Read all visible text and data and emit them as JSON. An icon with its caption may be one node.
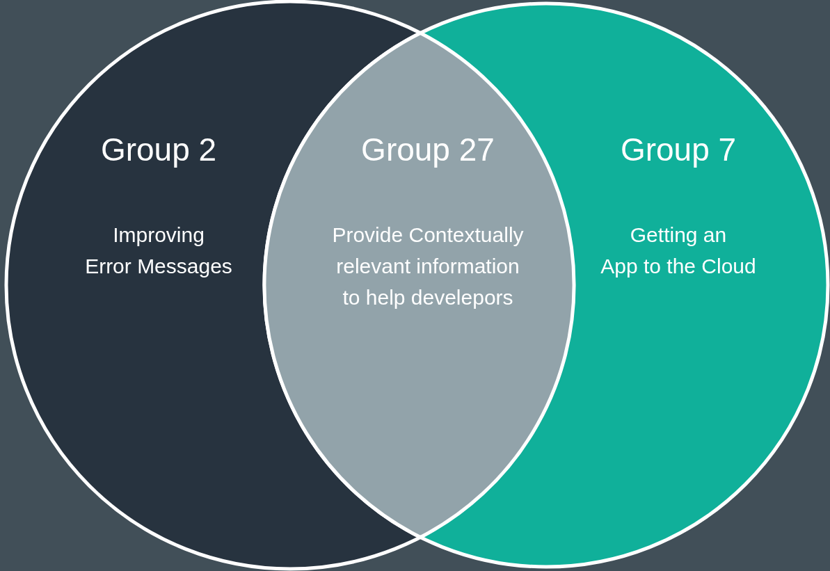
{
  "diagram": {
    "nodes": [
      {
        "text": [
          "Group 2",
          "Improving Error Messages"
        ]
      },
      {
        "text": [
          "Group 27",
          "Provide Contextually relevant information to help develepors"
        ]
      },
      {
        "text": [
          "Group 7",
          "Getting an App to the Cloud"
        ]
      }
    ]
  }
}
